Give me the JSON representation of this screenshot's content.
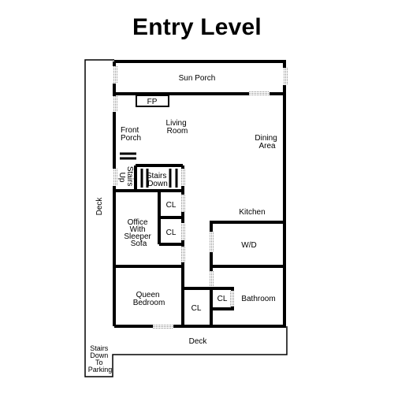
{
  "title": "Entry Level",
  "colors": {
    "wall": "#000000",
    "background": "#ffffff",
    "opening_hatch": "#888888"
  },
  "rooms": {
    "sun_porch": "Sun Porch",
    "fireplace": "FP",
    "living_room": [
      "Living",
      "Room"
    ],
    "front_porch": [
      "Front",
      "Porch"
    ],
    "dining_area": [
      "Dining",
      "Area"
    ],
    "stairs_up": [
      "Stairs",
      "Up"
    ],
    "stairs_down": [
      "Stairs",
      "Down"
    ],
    "deck_left": "Deck",
    "closet_1": "CL",
    "closet_2": "CL",
    "kitchen": "Kitchen",
    "office": [
      "Office",
      "With",
      "Sleeper",
      "Sofa"
    ],
    "washer_dryer": "W/D",
    "queen_bedroom": [
      "Queen",
      "Bedroom"
    ],
    "closet_3": "CL",
    "closet_4": "CL",
    "bathroom": "Bathroom",
    "deck_bottom": "Deck",
    "stairs_to_parking": [
      "Stairs",
      "Down",
      "To",
      "Parking"
    ]
  }
}
